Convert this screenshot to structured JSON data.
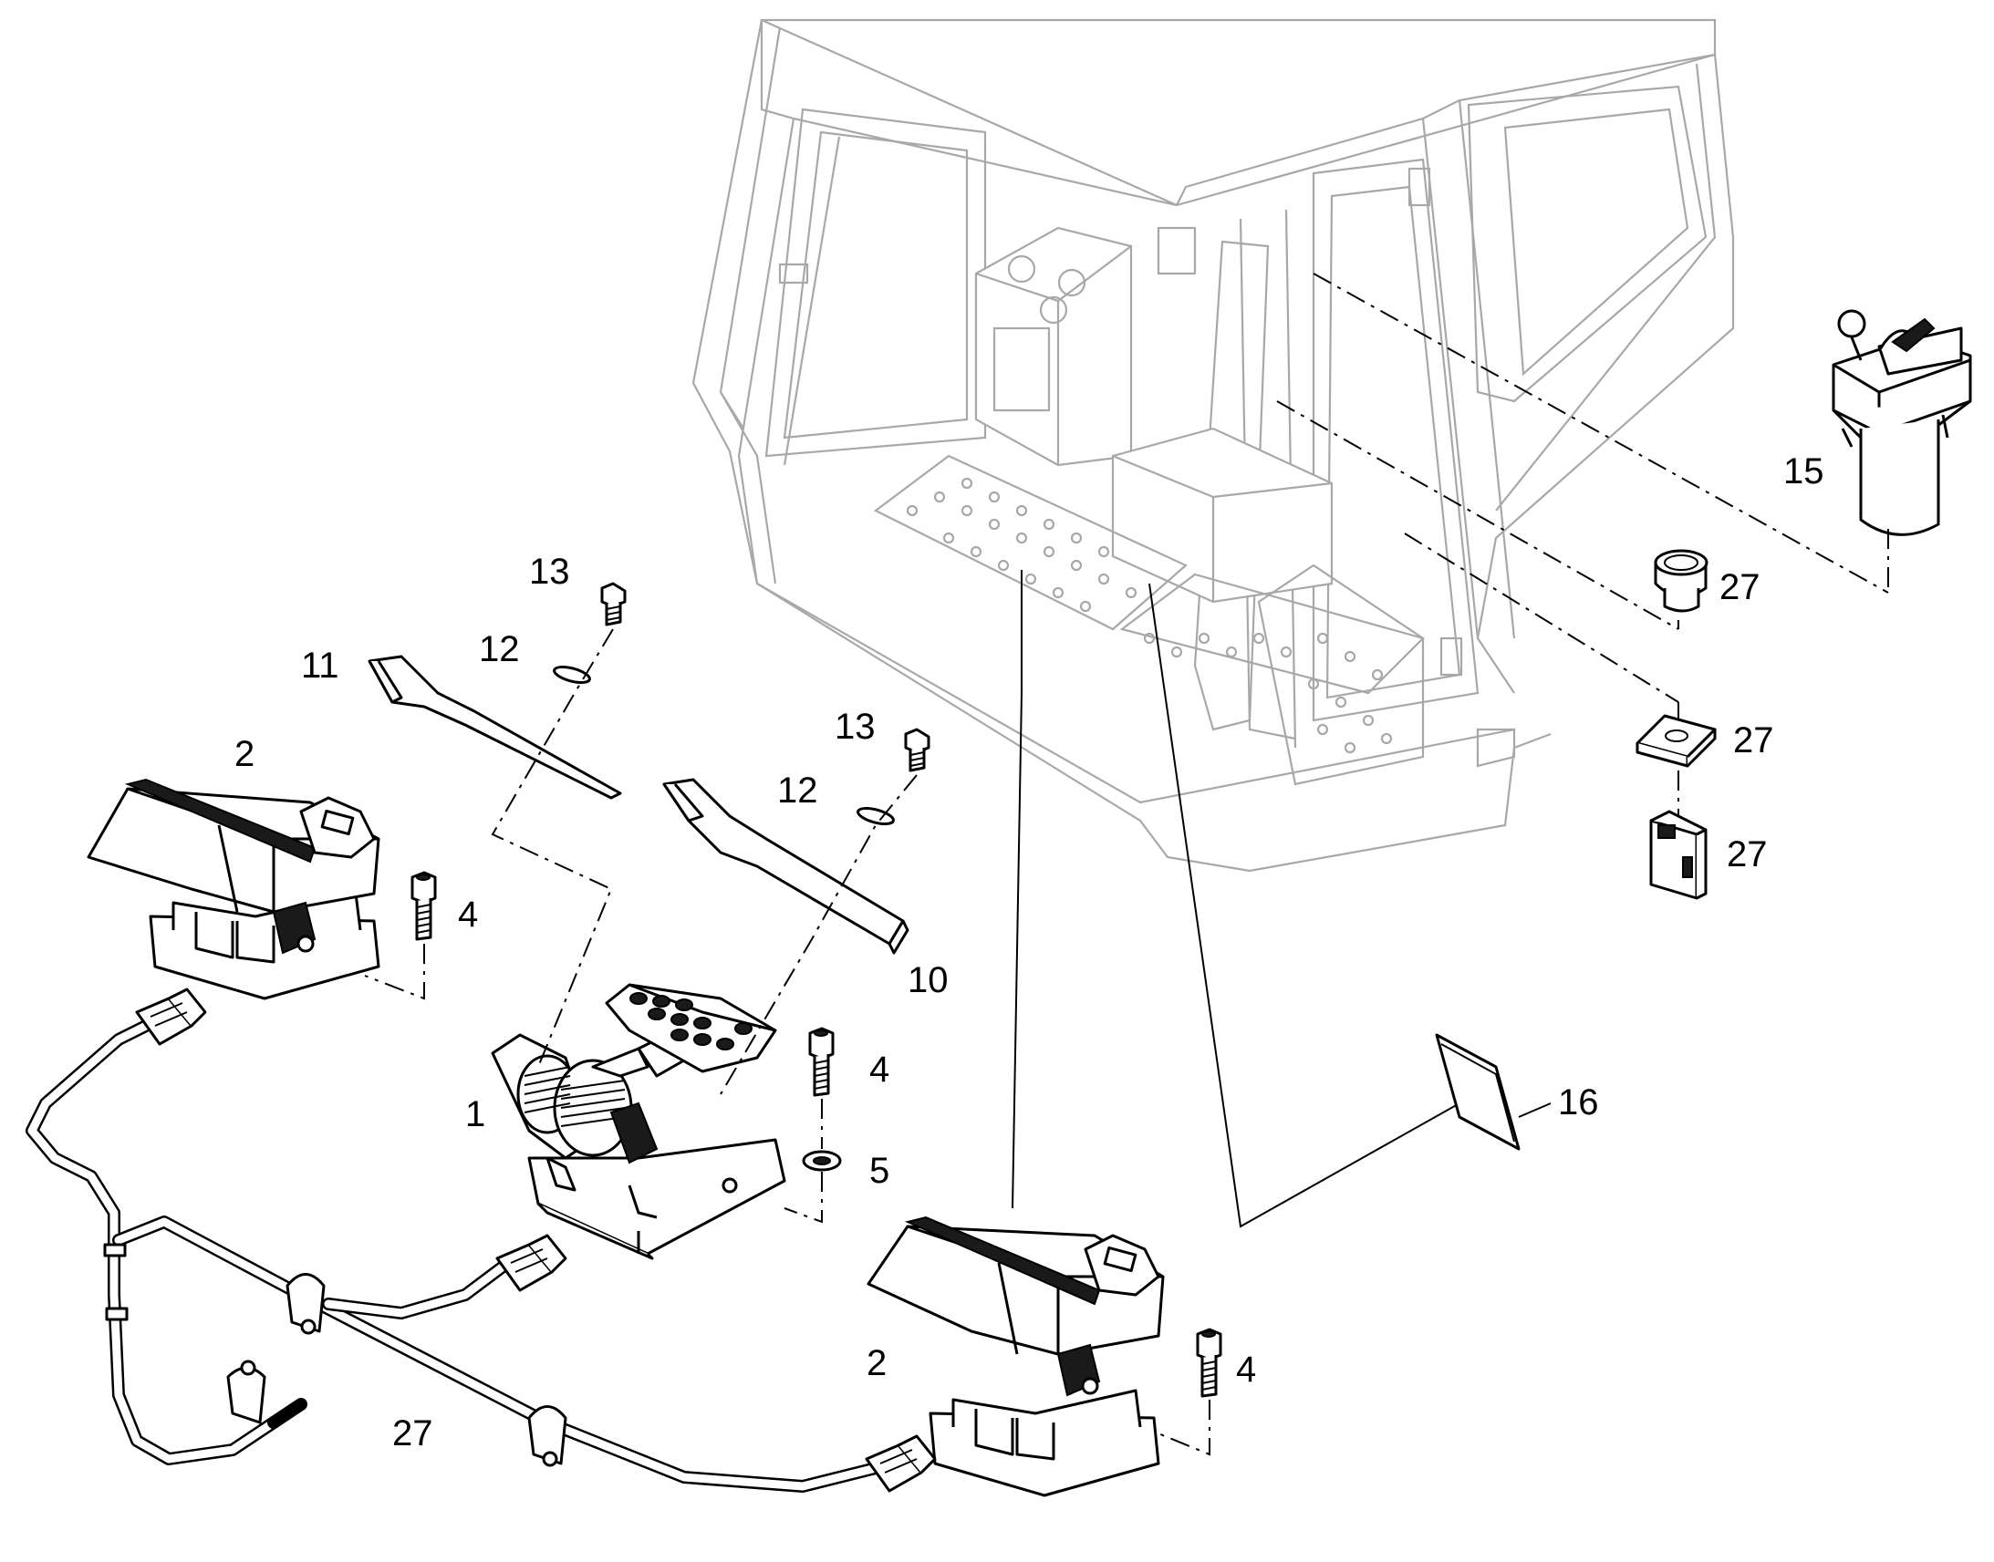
{
  "callouts": {
    "c1": "1",
    "c2a": "2",
    "c2b": "2",
    "c4a": "4",
    "c4b": "4",
    "c4c": "4",
    "c5": "5",
    "c10": "10",
    "c11": "11",
    "c12a": "12",
    "c12b": "12",
    "c13a": "13",
    "c13b": "13",
    "c15": "15",
    "c16": "16",
    "c27a": "27",
    "c27b": "27",
    "c27c": "27",
    "c27d": "27"
  },
  "colors": {
    "line": "#000000",
    "cab_outline": "#a8a8a8",
    "background": "#ffffff"
  },
  "icons": {
    "cab": "operator-cab-icon",
    "pedal": "foot-pedal-icon",
    "bolt": "cap-screw-icon",
    "washer": "washer-icon",
    "joystick": "joystick-icon",
    "harness": "wiring-harness-icon"
  }
}
